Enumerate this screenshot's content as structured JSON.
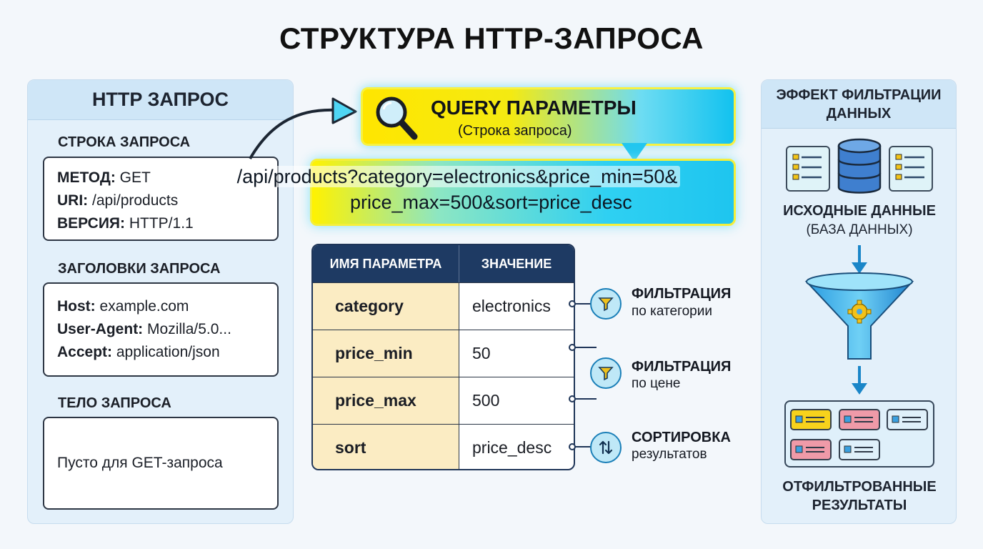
{
  "title": "СТРУКТУРА HTTP-ЗАПРОСА",
  "left_panel": {
    "header": "HTTP ЗАПРОС",
    "request_line": {
      "label": "СТРОКА ЗАПРОСА",
      "method_key": "МЕТОД:",
      "method_value": "GET",
      "uri_key": "URI:",
      "uri_value": "/api/products",
      "version_key": "ВЕРСИЯ:",
      "version_value": "HTTP/1.1"
    },
    "headers": {
      "label": "ЗАГОЛОВКИ ЗАПРОСА",
      "host_key": "Host:",
      "host_value": "example.com",
      "ua_key": "User-Agent:",
      "ua_value": "Mozilla/5.0...",
      "accept_key": "Accept:",
      "accept_value": "application/json"
    },
    "body": {
      "label": "ТЕЛО ЗАПРОСА",
      "text": "Пусто для GET-запроса"
    }
  },
  "query": {
    "title": "QUERY ПАРАМЕТРЫ",
    "subtitle": "(Строка запроса)",
    "url_line1": "/api/products?category=electronics&price_min=50&",
    "url_line2": "price_max=500&sort=price_desc",
    "icon": "magnifier-icon"
  },
  "table": {
    "col_name": "ИМЯ ПАРАМЕТРА",
    "col_value": "ЗНАЧЕНИЕ",
    "rows": [
      {
        "name": "category",
        "value": "electronics"
      },
      {
        "name": "price_min",
        "value": "50"
      },
      {
        "name": "price_max",
        "value": "500"
      },
      {
        "name": "sort",
        "value": "price_desc"
      }
    ]
  },
  "actions": [
    {
      "title": "ФИЛЬТРАЦИЯ",
      "subtitle": "по категории",
      "icon": "funnel-icon"
    },
    {
      "title": "ФИЛЬТРАЦИЯ",
      "subtitle": "по цене",
      "icon": "funnel-icon"
    },
    {
      "title": "СОРТИРОВКА",
      "subtitle": "результатов",
      "icon": "sort-arrows-icon"
    }
  ],
  "right_panel": {
    "header": "ЭФФЕКТ ФИЛЬТРАЦИИ ДАННЫХ",
    "source_title": "ИСХОДНЫЕ ДАННЫЕ",
    "source_sub": "(БАЗА ДАННЫХ)",
    "result_title_1": "ОТФИЛЬТРОВАННЫЕ",
    "result_title_2": "РЕЗУЛЬТАТЫ"
  },
  "colors": {
    "accent_yellow": "#ffe600",
    "accent_cyan": "#12c2ef",
    "table_header": "#1e3a63",
    "param_cell": "#fbecc3"
  }
}
